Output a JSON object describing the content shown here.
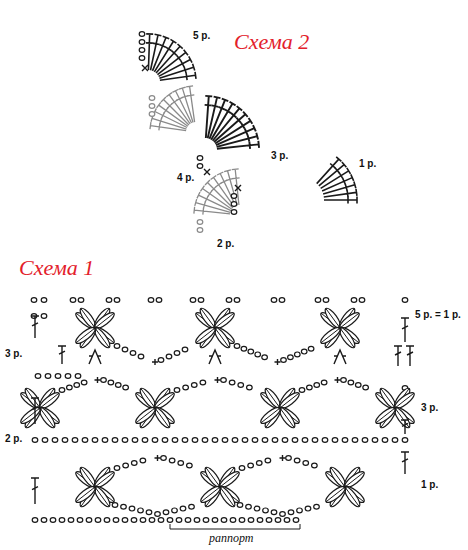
{
  "diagram": {
    "labels": [
      "5 р.",
      "Схема 2",
      "3 р.",
      "4 р.",
      "1 р.",
      "2 р.",
      "Схема 1",
      "5 р. = 1 р.",
      "3 р.",
      "3 р.",
      "2 р.",
      "1 р.",
      "раппорт"
    ]
  }
}
